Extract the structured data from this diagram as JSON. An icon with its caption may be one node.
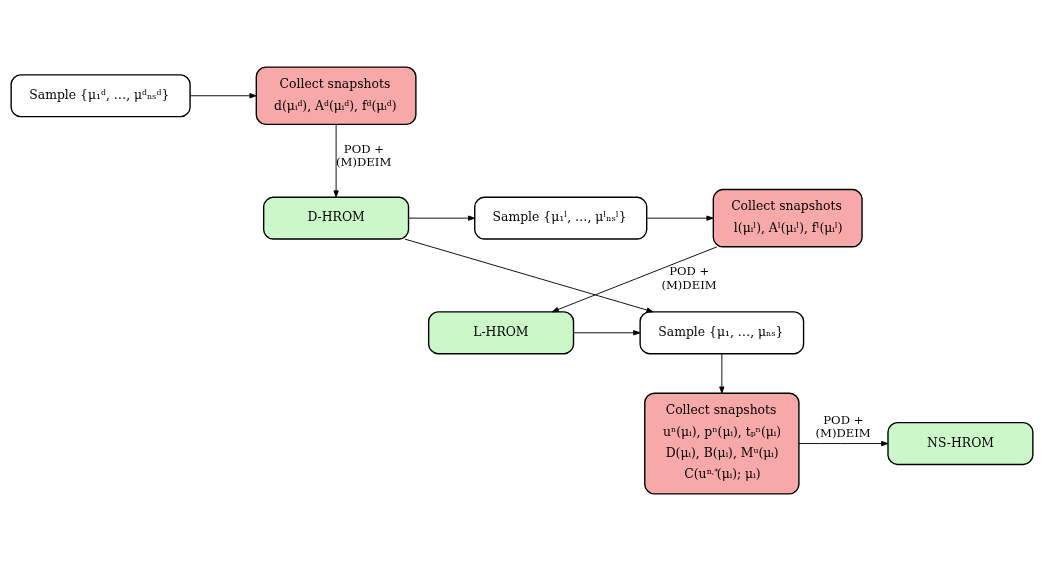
{
  "diagram": {
    "nodes": [
      {
        "text": [
          "Collect snapshots",
          "d(μᵢᵈ), Aᵈ(μᵢᵈ), fᵈ(μᵢᵈ)"
        ]
      },
      {
        "text": [
          "Sample {μ₁ᵈ, …, μᵈₙₛᵈ}"
        ]
      },
      {
        "text": [
          "D-HROM"
        ]
      },
      {
        "text": [
          "Sample {μ₁ˡ, …, μˡₙₛˡ}"
        ]
      },
      {
        "text": [
          "Collect snapshots",
          "l(μᵢˡ), Aˡ(μᵢˡ), fˡ(μᵢˡ)"
        ]
      },
      {
        "text": [
          "L-HROM"
        ]
      },
      {
        "text": [
          "Sample {μ₁, …, μₙₛ}"
        ]
      },
      {
        "text": [
          "Collect snapshots",
          "uⁿ(μᵢ), pⁿ(μᵢ), tₚⁿ(μᵢ)",
          "D(μᵢ), B(μᵢ), Mᵘ(μᵢ)",
          "C(u$^{n,*}$(μᵢ); μᵢ)"
        ]
      },
      {
        "text": [
          "NS-HROM"
        ]
      }
    ],
    "edges": [
      {
        "from": 1,
        "to": 0,
        "arrow": "to"
      },
      {
        "from": 0,
        "to": 2,
        "arrow": "to",
        "label": "POD + (M)DEIM"
      },
      {
        "from": 2,
        "to": 3,
        "arrow": "to"
      },
      {
        "from": 3,
        "to": 4,
        "arrow": "to"
      },
      {
        "from": 4,
        "to": 5,
        "arrow": "to",
        "label": "POD + (M)DEIM"
      },
      {
        "from": 5,
        "to": 6,
        "arrow": "to"
      },
      {
        "from": 2,
        "to": 6,
        "arrow": "to"
      },
      {
        "from": 6,
        "to": 7,
        "arrow": "to"
      },
      {
        "from": 7,
        "to": 8,
        "arrow": "to",
        "label": "POD + (M)DEIM"
      }
    ]
  }
}
